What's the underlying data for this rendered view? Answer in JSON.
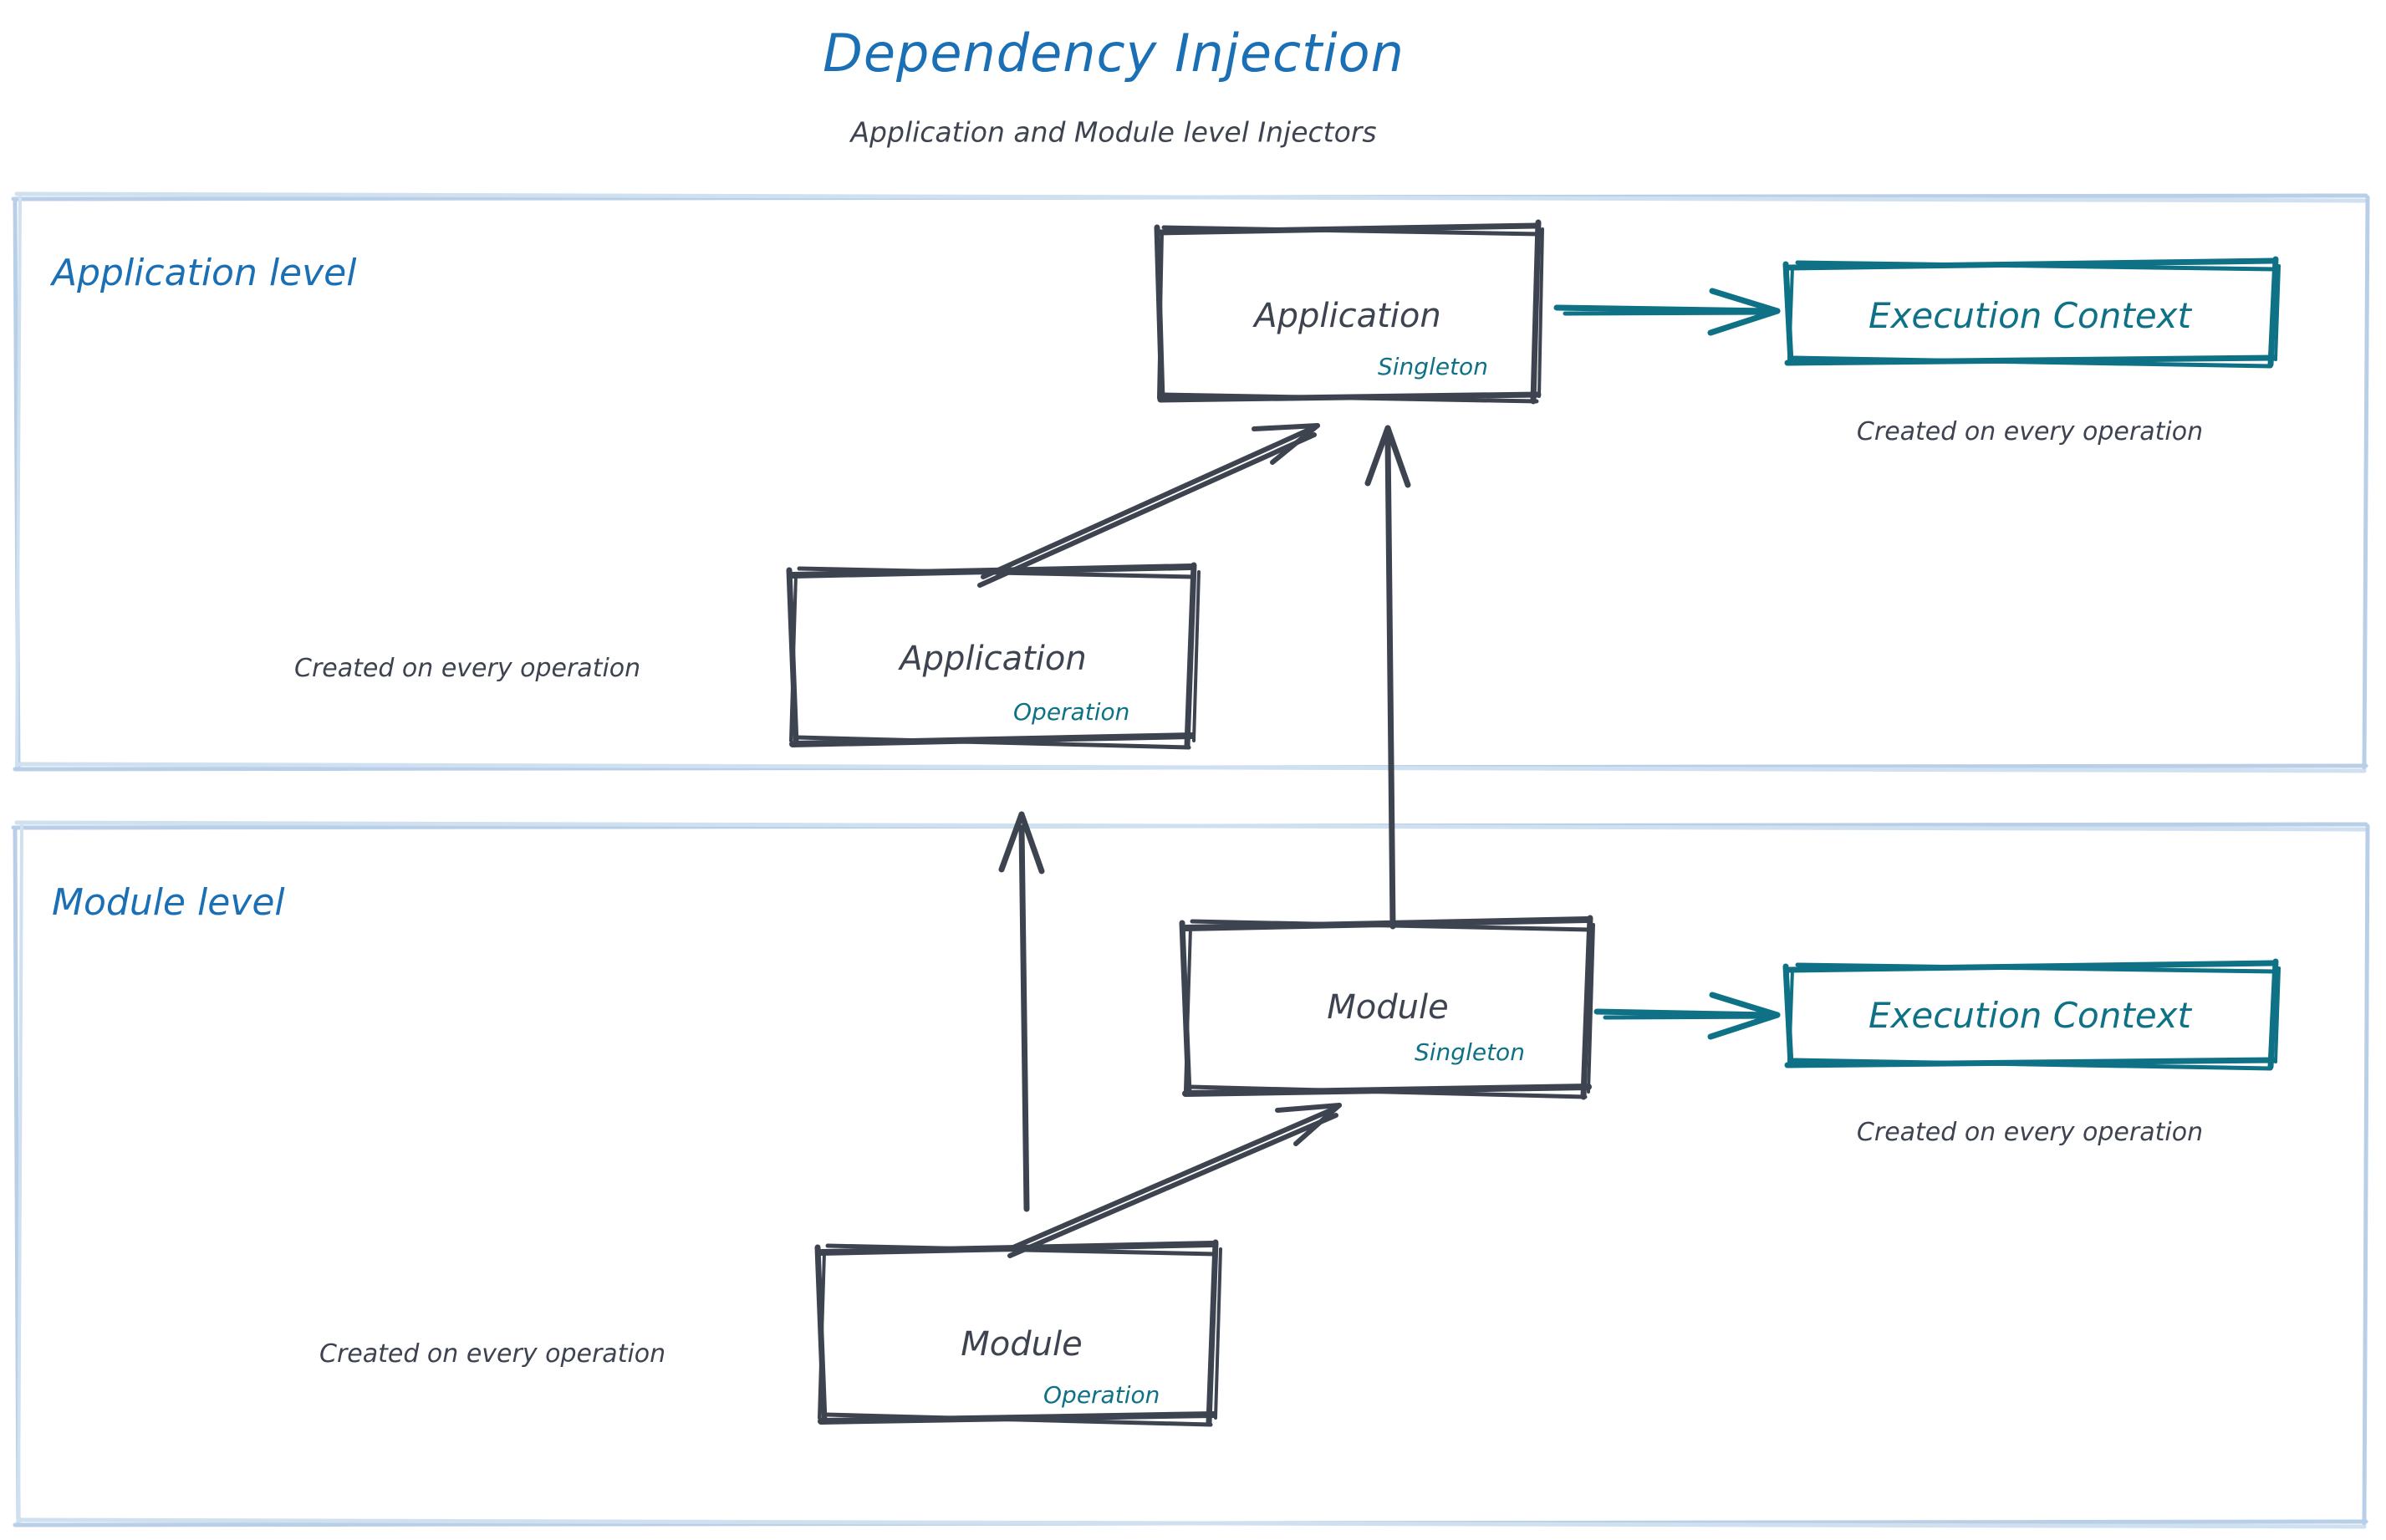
{
  "header": {
    "title": "Dependency Injection",
    "subtitle": "Application and Module level Injectors"
  },
  "colors": {
    "title_blue": "#1a6fb5",
    "level_blue": "#1a6fb5",
    "container_border": "#b9cfe8",
    "box_stroke": "#3d4450",
    "teal": "#0e7186",
    "text_dark": "#3d4450"
  },
  "sections": [
    {
      "id": "application-level",
      "label": "Application level",
      "nodes": [
        {
          "id": "application-singleton",
          "title": "Application",
          "scope": "Singleton"
        },
        {
          "id": "application-operation",
          "title": "Application",
          "scope": "Operation"
        },
        {
          "id": "execution-context-app",
          "title": "Execution Context"
        }
      ],
      "captions": [
        {
          "id": "caption-exec-context-app",
          "text": "Created on every operation"
        },
        {
          "id": "caption-application-operation",
          "text": "Created on every operation"
        }
      ]
    },
    {
      "id": "module-level",
      "label": "Module level",
      "nodes": [
        {
          "id": "module-singleton",
          "title": "Module",
          "scope": "Singleton"
        },
        {
          "id": "module-operation",
          "title": "Module",
          "scope": "Operation"
        },
        {
          "id": "execution-context-module",
          "title": "Execution Context"
        }
      ],
      "captions": [
        {
          "id": "caption-exec-context-module",
          "text": "Created on every operation"
        },
        {
          "id": "caption-module-operation",
          "text": "Created on every operation"
        }
      ]
    }
  ],
  "edges": [
    {
      "id": "edge-app-singleton-to-exec-context",
      "from": "application-singleton",
      "to": "execution-context-app",
      "color": "teal",
      "style": "arrow"
    },
    {
      "id": "edge-app-operation-to-app-singleton",
      "from": "application-operation",
      "to": "application-singleton",
      "color": "dark",
      "style": "arrow"
    },
    {
      "id": "edge-module-singleton-to-app-singleton",
      "from": "module-singleton",
      "to": "application-singleton",
      "color": "dark",
      "style": "arrow"
    },
    {
      "id": "edge-module-singleton-to-exec-context",
      "from": "module-singleton",
      "to": "execution-context-module",
      "color": "teal",
      "style": "arrow"
    },
    {
      "id": "edge-module-operation-to-module-singleton",
      "from": "module-operation",
      "to": "module-singleton",
      "color": "dark",
      "style": "arrow"
    },
    {
      "id": "edge-module-operation-to-app-operation",
      "from": "module-operation",
      "to": "application-operation",
      "color": "dark",
      "style": "arrow"
    }
  ]
}
